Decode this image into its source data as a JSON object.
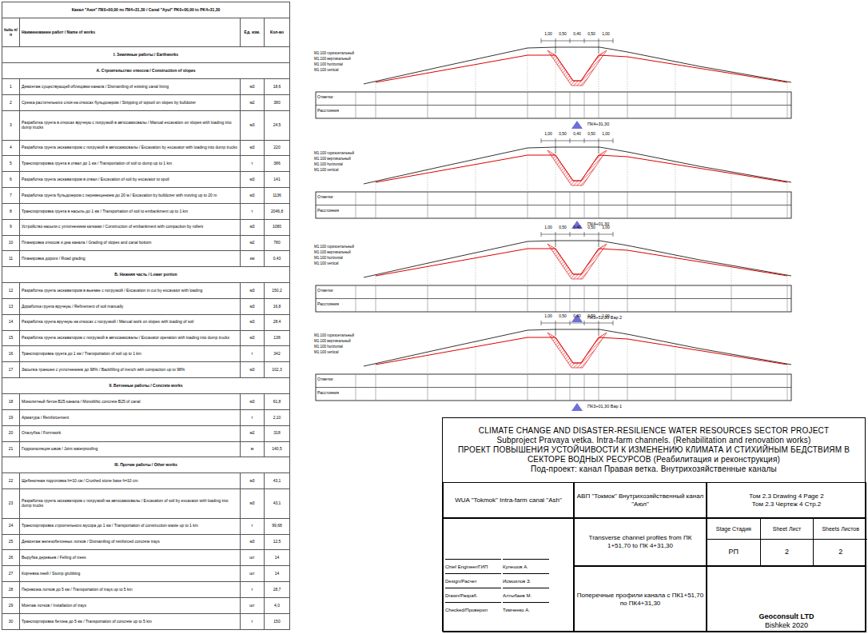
{
  "diagram": {
    "nodes": [
      {
        "text": [
          "CLIMATE CHANGE AND DISASTER-RESILIENCE WATER RESOURCES SECTOR PROJECT",
          "Subproject Pravaya vetka. Intra-farm channels. (Rehabilitation and renovation works)",
          "ПРОЕКТ ПОВЫШЕНИЯ УСТОЙЧИВОСТИ К ИЗМЕНЕНИЮ КЛИМАТА И СТИХИЙНЫМ БЕДСТВИЯМ В СЕКТОРЕ ВОДНЫХ РЕСУРСОВ (Реабилитация и реконструкция)",
          "Под-проект: канал Правая ветка. Внутрихозяйственные каналы"
        ]
      },
      {
        "text": [
          "WUA \"Tokmok\" Intra-farm canal \"Ash\""
        ],
        "in": 0
      },
      {
        "text": [
          "АВП \"Токмок\" Внутрихозяйственный канал \"Аюл\""
        ],
        "in": 0
      },
      {
        "text": [
          "Том 2.3 Drawing 4 Page 2",
          "Том 2.3 Чертеж 4 Стр.2"
        ],
        "in": 0
      },
      {
        "text": [
          "Chief Engineer/ГИП",
          "Кулешов А.",
          "Design/Расчет",
          "Исмоилов З.",
          "Drawn/Разраб.",
          "Алтыбаев М.",
          "Checked/Проверил",
          "Тимченко А."
        ],
        "in": 0
      },
      {
        "text": [
          "Transverse channel profiles from ПК 1+51,70 to ПК 4+31,30"
        ],
        "in": 0
      },
      {
        "text": [
          "Поперечные профили канала с ПК1+51,70 по ПК4+31,30"
        ],
        "in": 0
      },
      {
        "text": [
          "Stage Стадия",
          "Sheet Лист",
          "Sheets Листов",
          "РП",
          "2",
          "2"
        ],
        "in": 0
      },
      {
        "text": [
          "Geoconsult LTD",
          "Bishkek 2020"
        ],
        "in": 0
      }
    ],
    "labels": [
      "Канал \"Аюл\" ПК0+00,00 по ПК4+31,30 / Canal \"Ayul\" PK0+00,00 to PK4+31,30",
      "№№ п/п",
      "Наименование работ / Name of works",
      "Ед. изм.",
      "Кол-во",
      "I. Земляные работы / Earthworks",
      "А. Строительство откосов / Construction of slopes",
      "1",
      "Демонтаж существующей облицовки канала / Dismantling of existing canal lining",
      "м3",
      "18,6",
      "2",
      "Срезка растительного слоя на откосах бульдозером / Stripping of topsoil on slopes by bulldozer",
      "м2",
      "380",
      "3",
      "Разработка грунта в откосах вручную с погрузкой в автосамосвалы / Manual excavation on slopes with loading into dump trucks",
      "м3",
      "24,5",
      "4",
      "Разработка грунта экскаватором с погрузкой в автосамосвалы / Excavation by excavator with loading into dump trucks",
      "м3",
      "220",
      "5",
      "Транспортировка грунта в отвал до 1 км / Transportation of soil to dump up to 1 km",
      "т",
      "386",
      "6",
      "Разработка грунта экскаватором в отвал / Excavation of soil by excavator to spoil",
      "м3",
      "141",
      "7",
      "Разработка грунта бульдозером с перемещением до 20 м / Excavation by bulldozer with moving up to 20 m",
      "м3",
      "1136",
      "8",
      "Транспортировка грунта в насыпь до 1 км / Transportation of soil to embankment up to 1 km",
      "т",
      "2046,8",
      "9",
      "Устройство насыпи с уплотнением катками / Construction of embankment with compaction by rollers",
      "м3",
      "1080",
      "10",
      "Планировка откосов и дна канала / Grading of slopes and canal bottom",
      "м2",
      "780",
      "11",
      "Планировка дороги / Road grading",
      "км",
      "0,43",
      "Б. Нижняя часть / Lower portion",
      "12",
      "Разработка грунта экскаватором в выемке с погрузкой / Excavation in cut by excavator with loading",
      "м3",
      "150,2",
      "13",
      "Доработка грунта вручную / Refinement of soil manually",
      "м3",
      "16,8",
      "14",
      "Разработка грунта вручную на откосах с погрузкой / Manual work on slopes with loading of soil",
      "м3",
      "28,4",
      "15",
      "Разработка грунта экскаватором с погрузкой в автосамосвалы / Excavator operation with loading into dump trucks",
      "м3",
      "138",
      "16",
      "Транспортировка грунта до 1 км / Transportation of soil up to 1 km",
      "т",
      "342",
      "17",
      "Засыпка траншеи с уплотнением до 98% / Backfilling of trench with compaction up to 98%",
      "м3",
      "102,3",
      "II. Бетонные работы / Concrete works",
      "18",
      "Монолитный бетон B25 канала / Monolithic concrete B25 of canal",
      "м3",
      "61,8",
      "19",
      "Арматура / Reinforcement",
      "т",
      "2,10",
      "20",
      "Опалубка / Formwork",
      "м2",
      "318",
      "21",
      "Гидроизоляция швов / Joint waterproofing",
      "м",
      "140,5",
      "III. Прочие работы / Other works",
      "22",
      "Щебеночная подготовка h=10 см / Crushed stone base h=10 cm",
      "м3",
      "43,1",
      "23",
      "Разработка грунта экскаватором с погрузкой на автосамосвалы / Excavation of soil by excavator with loading into dump trucks",
      "м3",
      "43,1",
      "24",
      "Транспортировка строительного мусора до 1 км / Transportation of construction waste up to 1 km",
      "т",
      "99,68",
      "25",
      "Демонтаж железобетонных лотков / Dismantling of reinforced concrete trays",
      "м3",
      "12,5",
      "26",
      "Вырубка деревьев / Felling of trees",
      "шт",
      "14",
      "27",
      "Корчевка пней / Stump grubbing",
      "шт",
      "14",
      "28",
      "Перевозка лотков до 5 км / Transportation of trays up to 5 km",
      "т",
      "28,7",
      "29",
      "Монтаж лотков / Installation of trays",
      "шт",
      "4,0",
      "30",
      "Транспортировка бетона до 5 км / Transportation of concrete up to 5 km",
      "т",
      "150",
      "М1:100 горизонтальный",
      "М1:100 вертикальный",
      "М1:100 horizontal",
      "М1:100 vertical",
      "Отметки",
      "Расстояния",
      "ПК4+31,30",
      "1,00",
      "0,50",
      "0,40",
      "0,50",
      "1,00",
      "М1:100 горизонтальный",
      "М1:100 вертикальный",
      "М1:100 horizontal",
      "М1:100 vertical",
      "Отметки",
      "Расстояния",
      "ПК4+01,30",
      "1,00",
      "0,50",
      "0,40",
      "0,50",
      "1,00",
      "М1:100 горизонтальный",
      "М1:100 вертикальный",
      "М1:100 horizontal",
      "М1:100 vertical",
      "Отметки",
      "Расстояния",
      "ПК3+51,30 Вар 2",
      "1,00",
      "0,50",
      "0,40",
      "0,50",
      "1,00",
      "М1:100 горизонтальный",
      "М1:100 вертикальный",
      "М1:100 horizontal",
      "М1:100 vertical",
      "Отметки",
      "Расстояния",
      "ПК3+01,30 Вар 1",
      "1,00",
      "0,50",
      "0,40",
      "0,50",
      "1,00"
    ]
  }
}
